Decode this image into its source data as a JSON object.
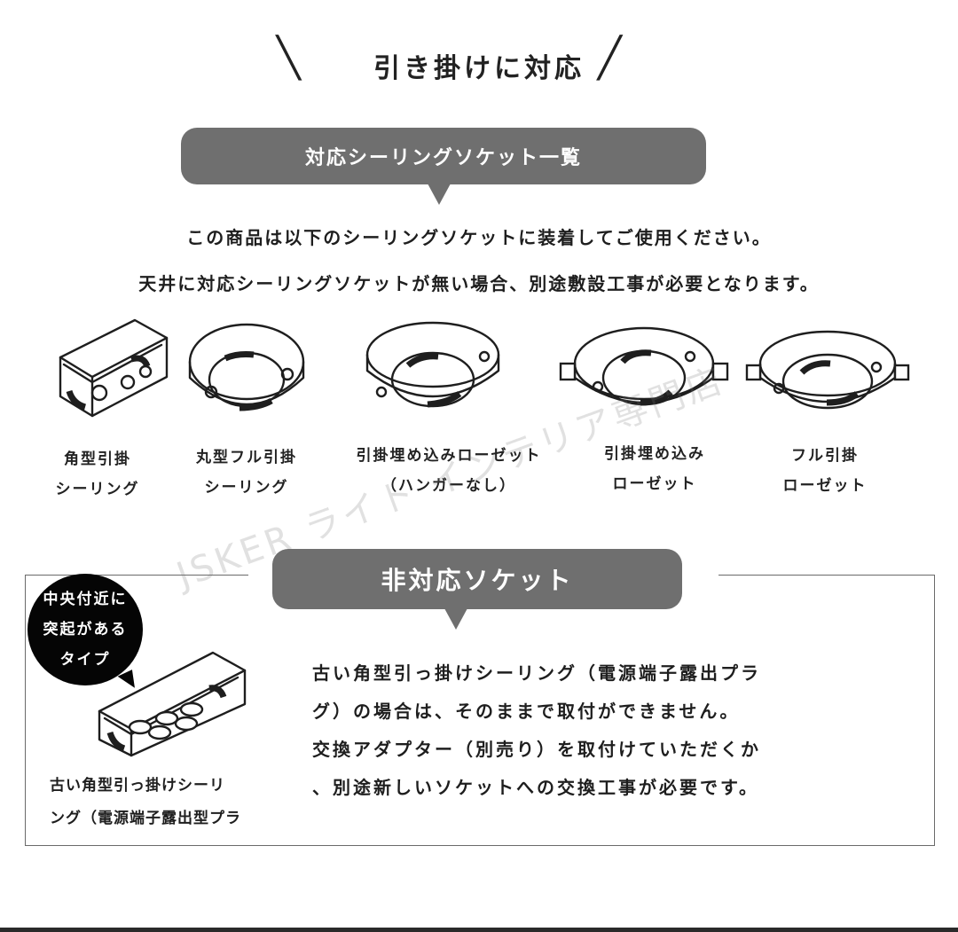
{
  "title": "引き掛けに対応",
  "supported_banner": "対応シーリングソケット一覧",
  "intro_lines": [
    "この商品は以下のシーリングソケットに装着してご使用ください。",
    "天井に対応シーリングソケットが無い場合、別途敷設工事が必要となります。"
  ],
  "sockets": [
    {
      "icon": "square-ceiling-socket-icon",
      "label_1": "角型引掛",
      "label_2": "シーリング"
    },
    {
      "icon": "round-full-ceiling-socket-icon",
      "label_1": "丸型フル引掛",
      "label_2": "シーリング"
    },
    {
      "icon": "embedded-rosette-no-hanger-icon",
      "label_1": "引掛埋め込みローゼット",
      "label_2": "（ハンガーなし）"
    },
    {
      "icon": "embedded-rosette-icon",
      "label_1": "引掛埋め込み",
      "label_2": "ローゼット"
    },
    {
      "icon": "full-hook-rosette-icon",
      "label_1": "フル引掛",
      "label_2": "ローゼット"
    }
  ],
  "unsupported_banner": "非対応ソケット",
  "callout_lines": [
    "中央付近に",
    "突起がある",
    "タイプ"
  ],
  "old_socket_caption": [
    "古い角型引っ掛けシーリ",
    "ング（電源端子露出型プラ"
  ],
  "unsupported_text": [
    "古い角型引っ掛けシーリング（電源端子露出プラ",
    "グ）の場合は、そのままで取付ができません。",
    "交換アダプター（別売り）を取付けていただくか",
    "、別途新しいソケットへの交換工事が必要です。"
  ],
  "watermark": "JSKER ライト インテリア専門店",
  "colors": {
    "banner": "#6f6f6f",
    "text": "#1e1e1e",
    "callout": "#050505"
  }
}
